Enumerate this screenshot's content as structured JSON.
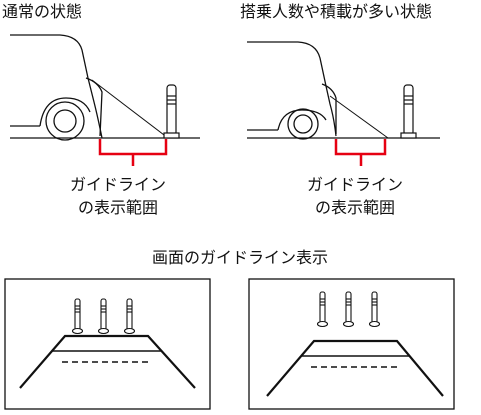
{
  "top_left": {
    "title": "通常の状態",
    "guide_label_line1": "ガイドライン",
    "guide_label_line2": "の表示範囲"
  },
  "top_right": {
    "title": "搭乗人数や積載が多い状態",
    "guide_label_line1": "ガイドライン",
    "guide_label_line2": "の表示範囲"
  },
  "bottom": {
    "title": "画面のガイドライン表示"
  },
  "colors": {
    "guide_red": "#e60012",
    "line": "#111111"
  }
}
